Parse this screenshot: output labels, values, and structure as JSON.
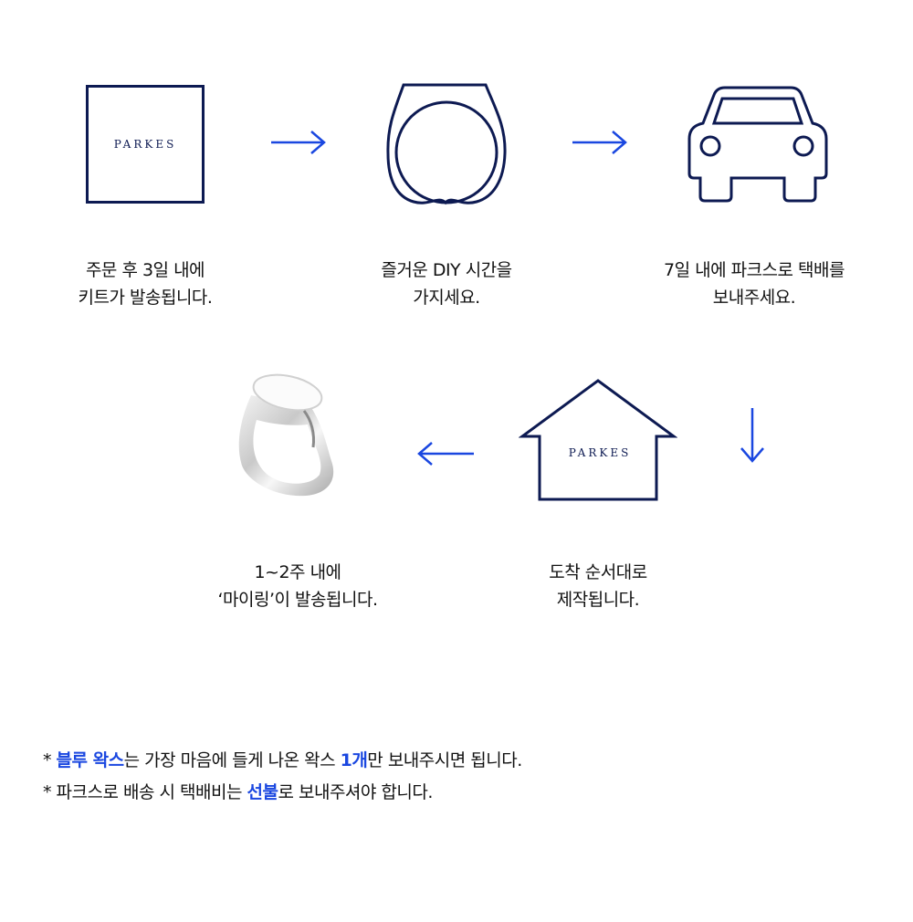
{
  "colors": {
    "navy": "#0d1a52",
    "accent": "#1a47e0"
  },
  "steps": [
    {
      "icon": "kit-box-icon",
      "logo": "PARKES",
      "line1": "주문 후 3일 내에",
      "line2": "키트가 발송됩니다."
    },
    {
      "icon": "ring-outline-icon",
      "line1": "즐거운 DIY 시간을",
      "line2": "가지세요."
    },
    {
      "icon": "car-icon",
      "line1": "7일 내에 파크스로 택배를",
      "line2": "보내주세요."
    },
    {
      "icon": "house-icon",
      "logo": "PARKES",
      "line1": "도착 순서대로",
      "line2": "제작됩니다."
    },
    {
      "icon": "silver-ring-photo",
      "line1": "1~2주 내에",
      "line2": "‘마이링’이 발송됩니다."
    }
  ],
  "notes": [
    {
      "star": "* ",
      "hl1": "블루 왁스",
      "t1": "는 가장 마음에 들게 나온 왁스 ",
      "hl2": "1개",
      "t2": "만 보내주시면 됩니다."
    },
    {
      "star": "* ",
      "t0": "파크스로 배송 시 택배비는 ",
      "hl1": "선불",
      "t1": "로 보내주셔야 합니다."
    }
  ]
}
